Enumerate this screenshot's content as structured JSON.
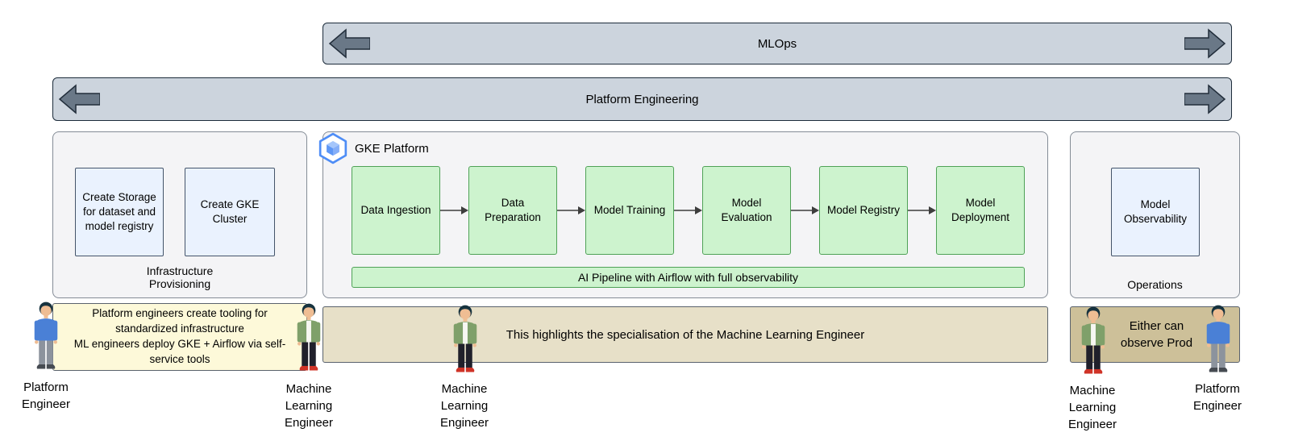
{
  "banners": {
    "mlops": "MLOps",
    "platform_engineering": "Platform Engineering"
  },
  "infrastructure": {
    "title": "Infrastructure Provisioning",
    "storage_box": "Create Storage for dataset and model registry",
    "cluster_box": "Create GKE Cluster"
  },
  "gke": {
    "title": "GKE Platform",
    "stages": [
      "Data Ingestion",
      "Data Preparation",
      "Model Training",
      "Model Evaluation",
      "Model Registry",
      "Model Deployment"
    ],
    "pipeline_label": "AI Pipeline with Airflow with full observability"
  },
  "operations": {
    "title": "Operations",
    "observability_box": "Model Observability"
  },
  "notes": {
    "infra_note": "Platform engineers create tooling for standardized infrastructure\nML engineers deploy GKE + Airflow via self-service tools",
    "ml_note": "This highlights the specialisation of the Machine Learning Engineer",
    "ops_note": "Either can observe Prod"
  },
  "personas": [
    {
      "label": "Platform Engineer",
      "role": "platform"
    },
    {
      "label": "Machine Learning Engineer",
      "role": "ml"
    },
    {
      "label": "Machine Learning Engineer",
      "role": "ml"
    },
    {
      "label": "Machine Learning Engineer",
      "role": "ml"
    },
    {
      "label": "Platform Engineer",
      "role": "platform"
    }
  ],
  "icons": {
    "gke_hexagon": "gke-hexagon-cube-icon",
    "ribbon_arrows": "double-headed-arrow-icons",
    "flow_arrow": "right-arrow-connector"
  },
  "colors": {
    "banner_fill": "#ccd4dd",
    "banner_arrow": "#6a7887",
    "group_fill": "#f4f4f6",
    "group_border": "#848c96",
    "stage_fill": "#cdf3ce",
    "stage_border": "#4fa257",
    "blue_fill": "#eaf2fe",
    "blue_border": "#44546a",
    "note_yellow": "#fdf9d9",
    "note_tan": "#e7e0c8",
    "note_dark_tan": "#cdc099",
    "note_border": "#5a626d",
    "gke_blue": "#4e8df6"
  }
}
